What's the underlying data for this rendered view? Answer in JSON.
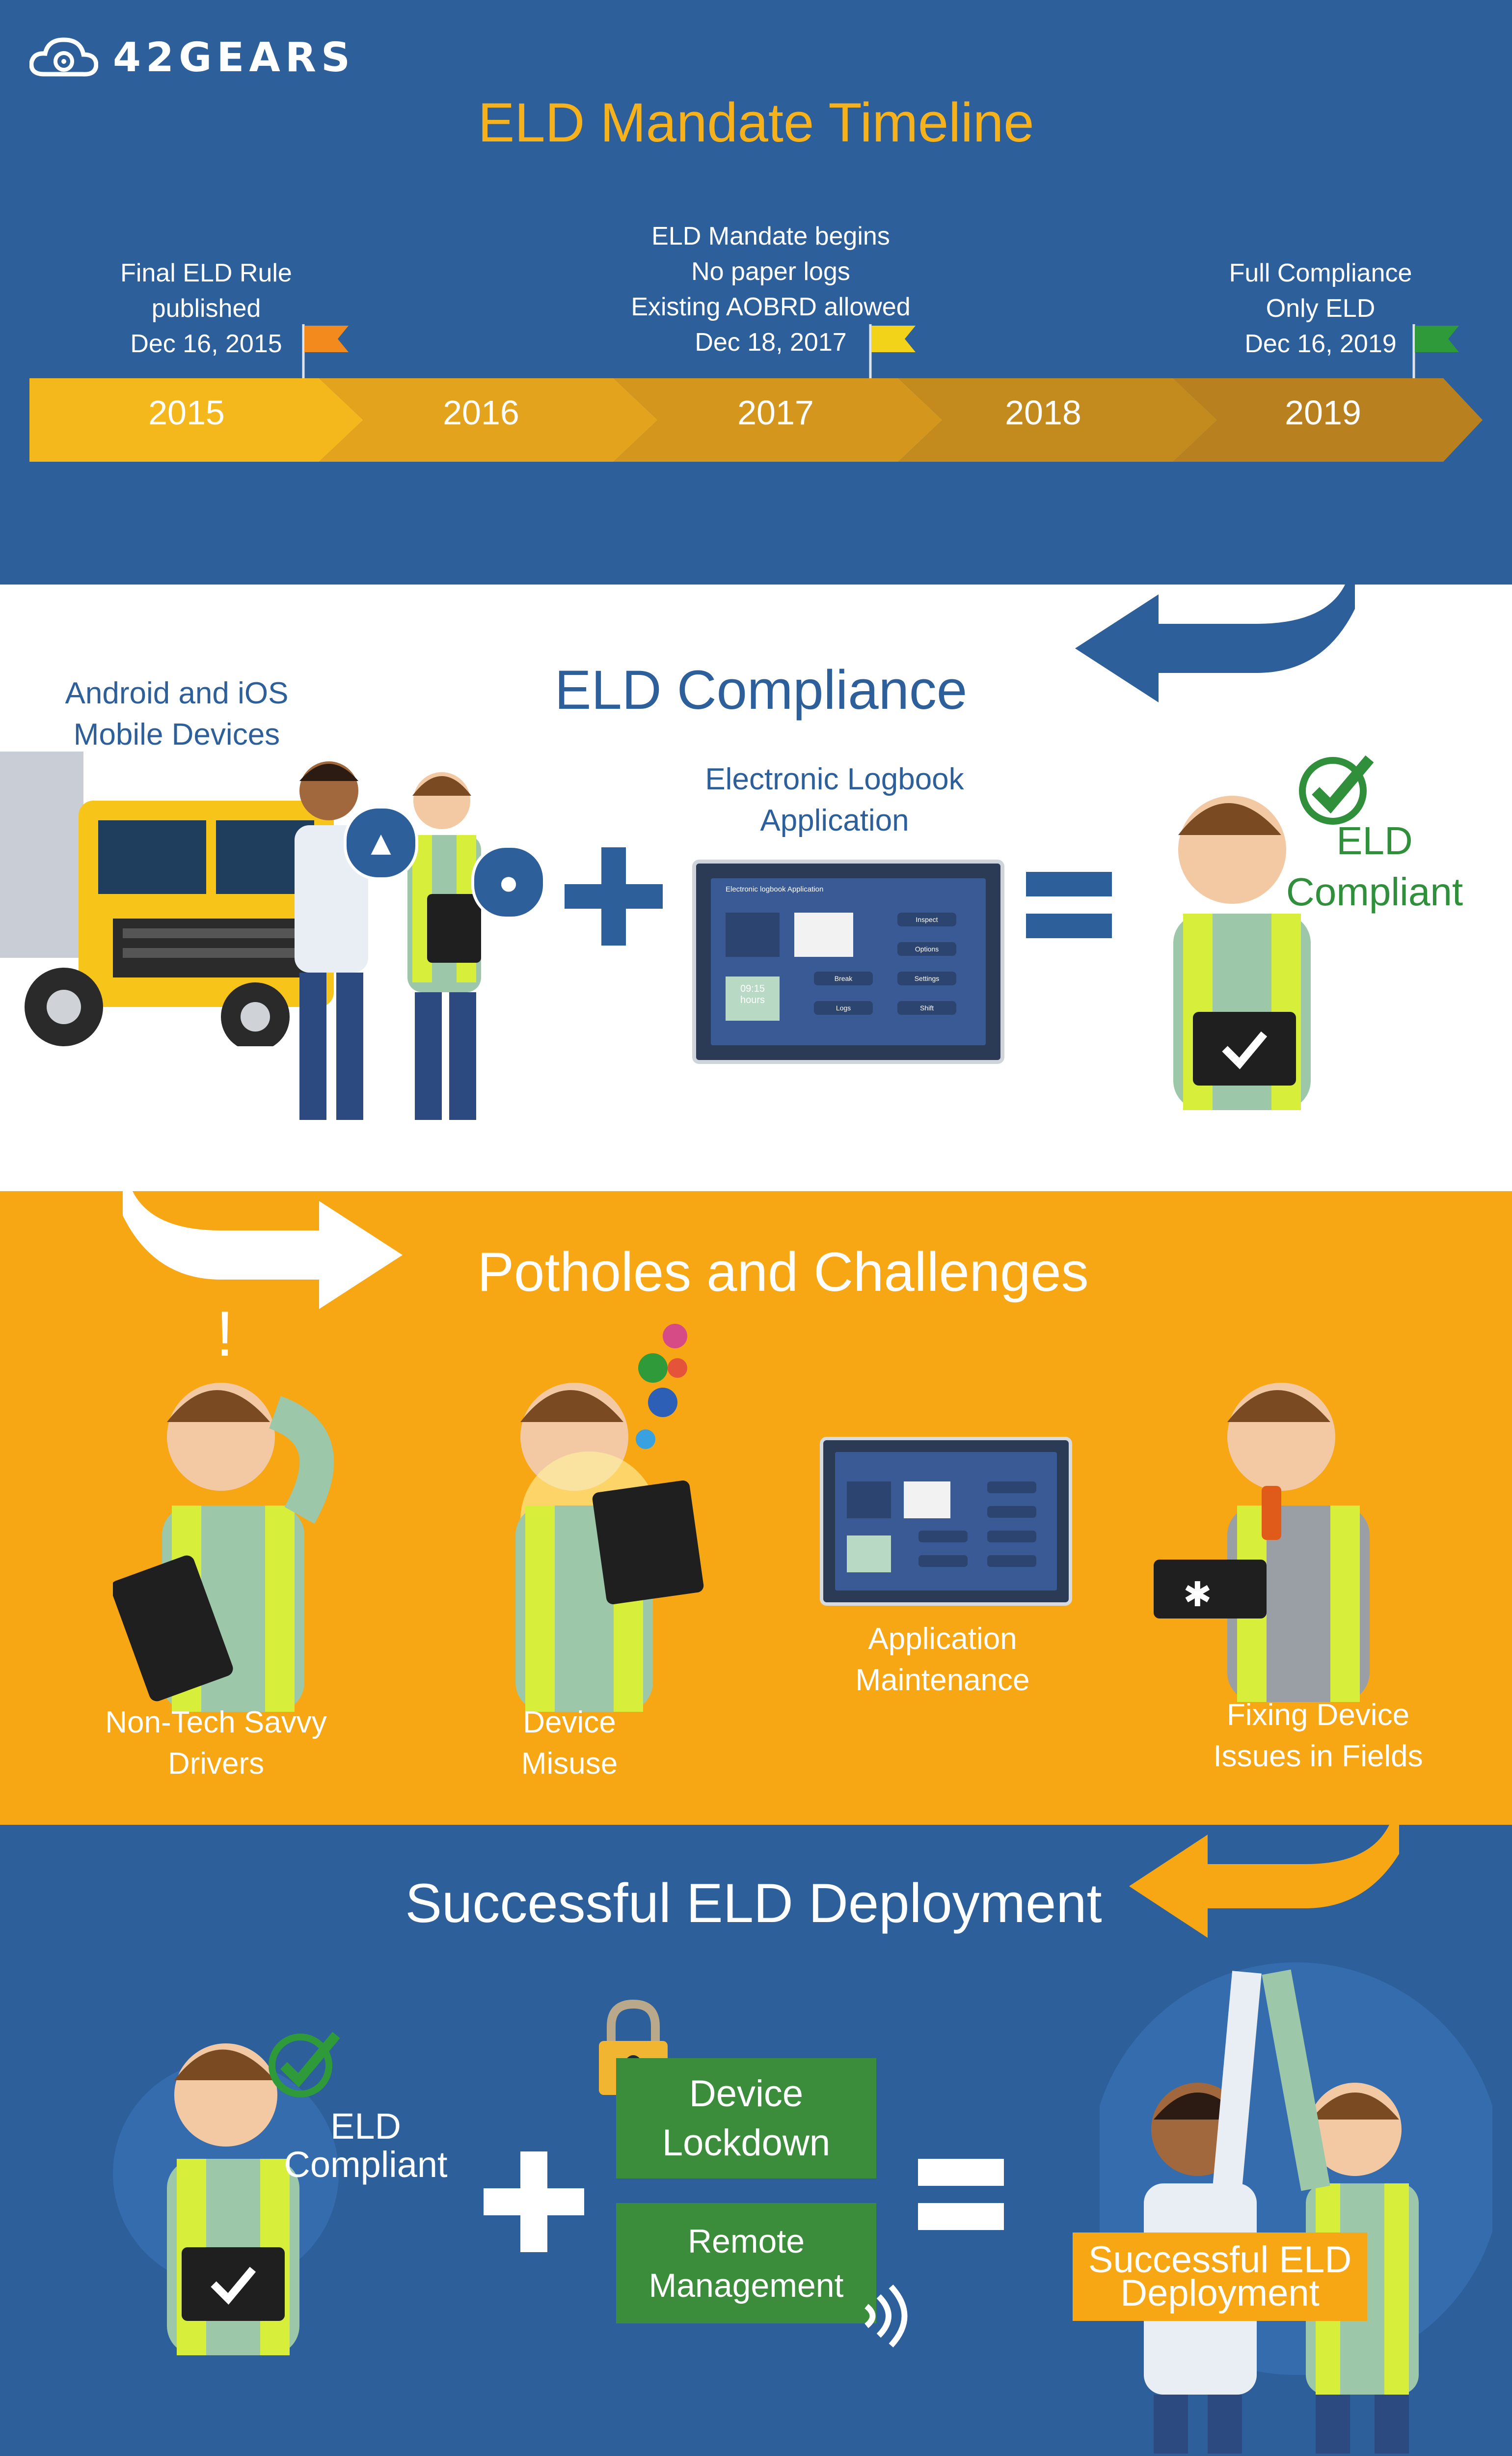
{
  "brand": {
    "logo_text": "42GEARS"
  },
  "timeline": {
    "title": "ELD Mandate Timeline",
    "years": [
      "2015",
      "2016",
      "2017",
      "2018",
      "2019"
    ],
    "milestones": [
      {
        "lines": [
          "Final ELD Rule",
          "published",
          "Dec 16, 2015"
        ],
        "flag_color": "#f28a1e"
      },
      {
        "lines": [
          "ELD Mandate begins",
          "No paper logs",
          "Existing AOBRD allowed",
          "Dec 18, 2017"
        ],
        "flag_color": "#f3d21a"
      },
      {
        "lines": [
          "Full Compliance",
          "Only ELD",
          "Dec 16, 2019"
        ],
        "flag_color": "#2f9a3a"
      }
    ]
  },
  "compliance": {
    "title": "ELD Compliance",
    "devices_label": [
      "Android and iOS",
      "Mobile Devices"
    ],
    "app_label": [
      "Electronic Logbook",
      "Application"
    ],
    "result_label": [
      "ELD",
      "Compliant"
    ],
    "tablet": {
      "app_title": "Electronic logbook Application",
      "hours_value": "09:15",
      "hours_unit": "hours",
      "buttons": [
        "Inspect",
        "Options",
        "Break",
        "Settings",
        "Logs",
        "Shift"
      ]
    }
  },
  "challenges": {
    "title": "Potholes and Challenges",
    "items": [
      [
        "Non-Tech Savvy",
        "Drivers"
      ],
      [
        "Device",
        "Misuse"
      ],
      [
        "Application",
        "Maintenance"
      ],
      [
        "Fixing Device",
        "Issues in Fields"
      ]
    ]
  },
  "deployment": {
    "title": "Successful ELD  Deployment",
    "compliant_label": [
      "ELD",
      "Compliant"
    ],
    "lockdown_label": [
      "Device",
      "Lockdown"
    ],
    "remote_label": [
      "Remote",
      "Management"
    ],
    "result_label": [
      "Successful ELD",
      "Deployment"
    ]
  },
  "colors": {
    "blue": "#2d5f9a",
    "orange": "#f7a614",
    "yellow_title": "#f6b21c",
    "green": "#3b8d3b"
  }
}
